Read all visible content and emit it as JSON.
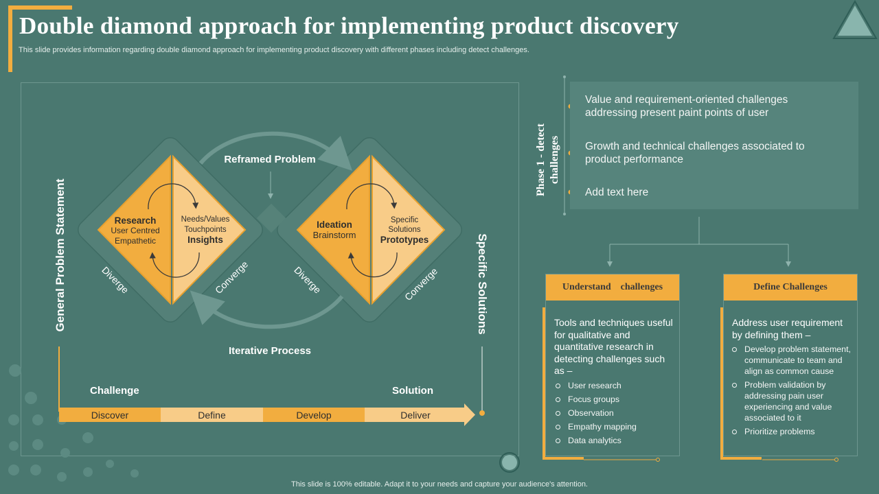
{
  "title": "Double diamond approach for implementing product discovery",
  "subtitle": "This slide provides information regarding double diamond approach for implementing product discovery with different phases including detect challenges.",
  "footer": "This slide is 100% editable. Adapt it to your needs and capture your audience's attention.",
  "colors": {
    "background": "#4a7870",
    "accent": "#f2ad3f",
    "accent_light": "#f8cc88",
    "panel": "#56847c"
  },
  "diagram": {
    "left_axis_label": "General Problem Statement",
    "right_axis_label": "Specific Solutions",
    "reframed_problem": "Reframed Problem",
    "iterative_process": "Iterative Process",
    "challenge": "Challenge",
    "solution": "Solution",
    "diamond1": {
      "left": {
        "title": "Research",
        "line1": "User Centred",
        "line2": "Empathetic"
      },
      "right": {
        "line1": "Needs/Values",
        "line2": "Touchpoints",
        "title": "Insights"
      },
      "diverge": "Diverge",
      "converge": "Converge"
    },
    "diamond2": {
      "left": {
        "title": "Ideation",
        "line1": "Brainstorm"
      },
      "right": {
        "line1": "Specific",
        "line2": "Solutions",
        "title": "Prototypes"
      },
      "diverge": "Diverge",
      "converge": "Converge"
    },
    "stages": [
      "Discover",
      "Define",
      "Develop",
      "Deliver"
    ]
  },
  "phase": {
    "label_line1": "Phase 1 - detect",
    "label_line2": "challenges",
    "items": [
      "Value and requirement-oriented challenges addressing present paint points of user",
      "Growth and technical challenges associated to product performance",
      "Add text here"
    ]
  },
  "cards": [
    {
      "header": "Understand    challenges",
      "intro": "Tools and techniques useful for qualitative and quantitative research in detecting challenges such as –",
      "bullets": [
        "User research",
        "Focus groups",
        "Observation",
        "Empathy mapping",
        "Data analytics"
      ]
    },
    {
      "header": "Define Challenges",
      "intro": "Address user requirement by defining them –",
      "bullets": [
        "Develop problem statement, communicate to team and align as common cause",
        "Problem validation by addressing pain user experiencing and value associated to it",
        "Prioritize problems"
      ]
    }
  ]
}
